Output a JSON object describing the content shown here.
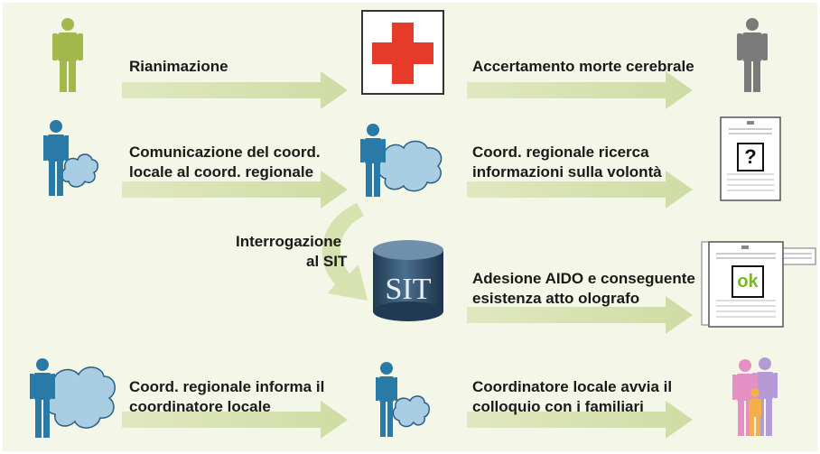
{
  "colors": {
    "background": "#f4f6e8",
    "arrow": "#d6e2b0",
    "figure_green": "#a2b84a",
    "figure_gray": "#7a7a7a",
    "figure_blue": "#2a7aa8",
    "cloud": "#a9cee4",
    "red_cross": "#e63a2a",
    "database": "#2b4a66",
    "ok_text": "#7ab820",
    "family_pink": "#e58fc7",
    "family_purple": "#b59ad6",
    "family_orange": "#f2b04a"
  },
  "row1": {
    "left_label": "Rianimazione",
    "right_label": "Accertamento morte cerebrale"
  },
  "row2": {
    "left_label_line1": "Comunicazione del coord.",
    "left_label_line2": "locale al coord. regionale",
    "right_label_line1": "Coord. regionale ricerca",
    "right_label_line2": "informazioni sulla volontà",
    "doc_mark": "?"
  },
  "row3": {
    "query_label_line1": "Interrogazione",
    "query_label_line2": "al SIT",
    "database_label": "SIT",
    "right_label_line1": "Adesione AIDO e conseguente",
    "right_label_line2": "esistenza atto olografo",
    "doc_mark": "ok"
  },
  "row4": {
    "left_label_line1": "Coord. regionale informa il",
    "left_label_line2": "coordinatore locale",
    "right_label_line1": "Coordinatore locale avvia il",
    "right_label_line2": "colloquio con i familiari"
  }
}
